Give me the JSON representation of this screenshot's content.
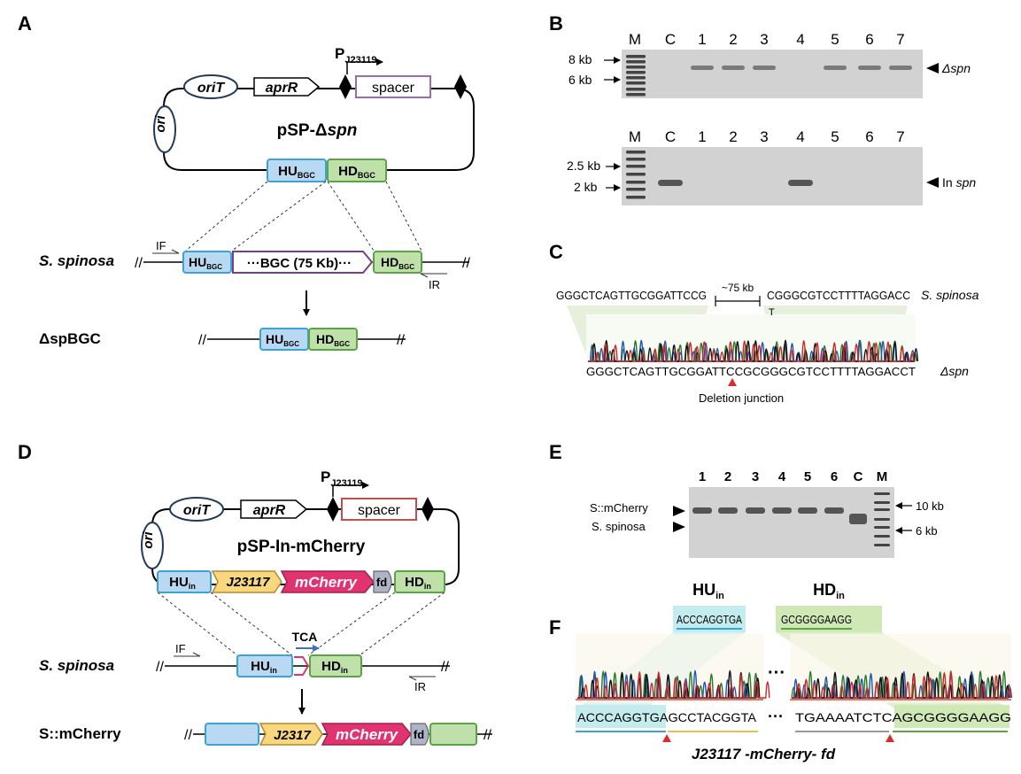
{
  "panels": {
    "A": "A",
    "B": "B",
    "C": "C",
    "D": "D",
    "E": "E",
    "F": "F"
  },
  "colors": {
    "hu_blue": "#b9d9f2",
    "hu_stroke": "#3aa3d8",
    "hd_green": "#bfe0a8",
    "hd_stroke": "#5aa447",
    "bgc_purple": "#7a3c8c",
    "spacer_purple": "#9a6bb0",
    "spacer_red": "#c0504d",
    "mcherry": "#e0336f",
    "j23117": "#f9d77e",
    "fd": "#b0b4c8",
    "gel_bg": "#d2d2d2",
    "band": "#6e6e6e",
    "arrow_blue": "#3b73c4",
    "junction_red": "#d92b2b"
  },
  "panelA": {
    "promoter_main": "P",
    "promoter_sub": "J23119",
    "oriT": "oriT",
    "aprR": "aprR",
    "spacer": "spacer",
    "ori": "ori",
    "plasmid_prefix": "pSP-Δ",
    "plasmid_italic": "spn",
    "hu_main": "HU",
    "hu_sub": "BGC",
    "hd_main": "HD",
    "hd_sub": "BGC",
    "strain": "S. spinosa",
    "bgc_label": "···BGC (75 Kb)···",
    "if": "IF",
    "ir": "IR",
    "mutant": "ΔspBGC"
  },
  "panelB": {
    "lanes": [
      "M",
      "C",
      "1",
      "2",
      "3",
      "4",
      "5",
      "6",
      "7"
    ],
    "top_markers": [
      "8 kb",
      "6 kb"
    ],
    "top_band_label_sym": "Δ",
    "top_band_label": "spn",
    "top_band_presence": [
      0,
      0,
      1,
      1,
      1,
      0,
      1,
      1,
      1
    ],
    "bottom_markers": [
      "2.5 kb",
      "2 kb"
    ],
    "bottom_band_label_pre": "In ",
    "bottom_band_label": "spn",
    "bottom_band_presence": [
      0,
      1,
      0,
      0,
      0,
      1,
      0,
      0,
      0
    ]
  },
  "panelC": {
    "seq_left": "GGGCTCAGTTGCGGATTCCG",
    "gap": "~75 kb",
    "seq_right": "CGGGCGTCCTTTTAGGACC",
    "strain": "S. spinosa",
    "extra_t": "T",
    "read": "GGGCTCAGTTGCGGATTCCGCGGGCGTCCTTTTAGGACCT",
    "mutant": "Δspn",
    "junction": "Deletion junction"
  },
  "panelD": {
    "promoter_main": "P",
    "promoter_sub": "J23119",
    "oriT": "oriT",
    "aprR": "aprR",
    "spacer": "spacer",
    "ori": "ori",
    "plasmid": "pSP-In-mCherry",
    "hu_main": "HU",
    "hu_sub": "in",
    "hd_main": "HD",
    "hd_sub": "in",
    "j23117": "J23117",
    "mcherry": "mCherry",
    "fd": "fd",
    "tca": "TCA",
    "strain": "S. spinosa",
    "if": "IF",
    "ir": "IR",
    "result": "S::mCherry",
    "j2317": "J2317"
  },
  "panelE": {
    "lanes": [
      "1",
      "2",
      "3",
      "4",
      "5",
      "6",
      "C",
      "M"
    ],
    "left_labels": [
      "S::mCherry",
      "S. spinosa"
    ],
    "right_markers": [
      "10 kb",
      "6 kb"
    ]
  },
  "panelF": {
    "hu_main": "HU",
    "hu_sub": "in",
    "hd_main": "HD",
    "hd_sub": "in",
    "hu_seq": "ACCCAGGTGA",
    "hd_seq": "GCGGGGAAGG",
    "read_left": "ACCCAGGTGAGCCTACGGTA",
    "ellipsis": "···",
    "read_right": "TGAAAATCTCAGCGGGGAAGG",
    "caption": "J23117 -mCherry-  fd"
  }
}
